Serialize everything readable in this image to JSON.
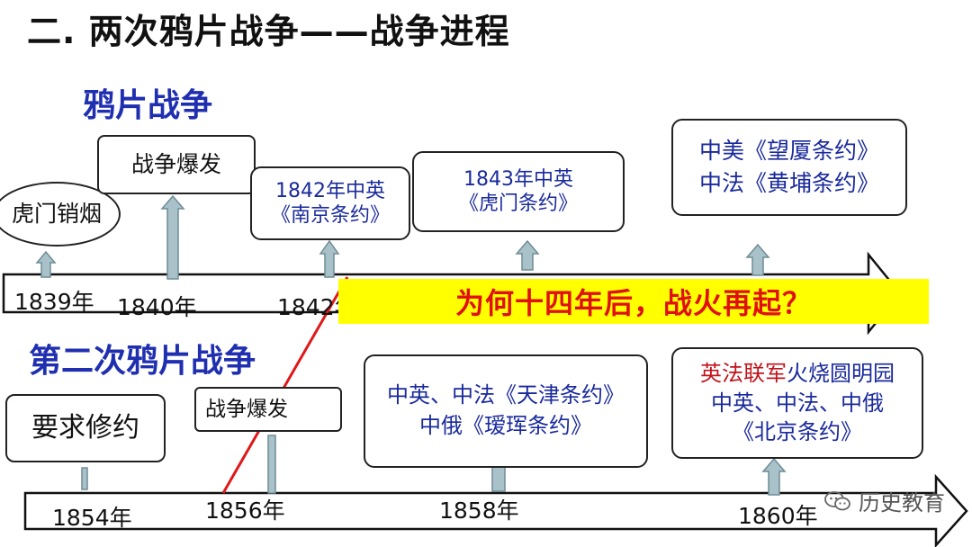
{
  "page_title": "二. 两次鸦片战争——战争进程",
  "first_war": {
    "title": "鸦片战争",
    "events": [
      {
        "label": "虎门销烟"
      },
      {
        "label": "战争爆发"
      },
      {
        "line1": "1842年中英",
        "line2": "《南京条约》"
      },
      {
        "line1": "1843年中英",
        "line2": "《虎门条约》"
      },
      {
        "line1": "中美《望厦条约》",
        "line2": "中法《黄埔条约》"
      }
    ],
    "years": [
      "1839年",
      "1840年",
      "1842年"
    ]
  },
  "banner": "为何十四年后，战火再起？",
  "second_war": {
    "title": "第二次鸦片战争",
    "events": [
      {
        "label": "要求修约"
      },
      {
        "label": "战争爆发"
      },
      {
        "line1": "中英、中法《天津条约》",
        "line2": "中俄《瑷珲条约》"
      },
      {
        "line1_red": "英法联军",
        "line1_rest": "火烧圆明园",
        "line2": "中英、中法、中俄",
        "line3": "《北京条约》"
      }
    ],
    "years": [
      "1854年",
      "1856年",
      "1858年",
      "1860年"
    ]
  },
  "watermark": "历史教育",
  "colors": {
    "section_title": "#1f2fb0",
    "box_text_blue": "#1a2a9c",
    "banner_bg": "#ffff00",
    "banner_text": "#e01010",
    "highlight_red": "#c0141c",
    "arrow_fill": "#a9c1c9",
    "arrow_stroke": "#6f8c96"
  }
}
